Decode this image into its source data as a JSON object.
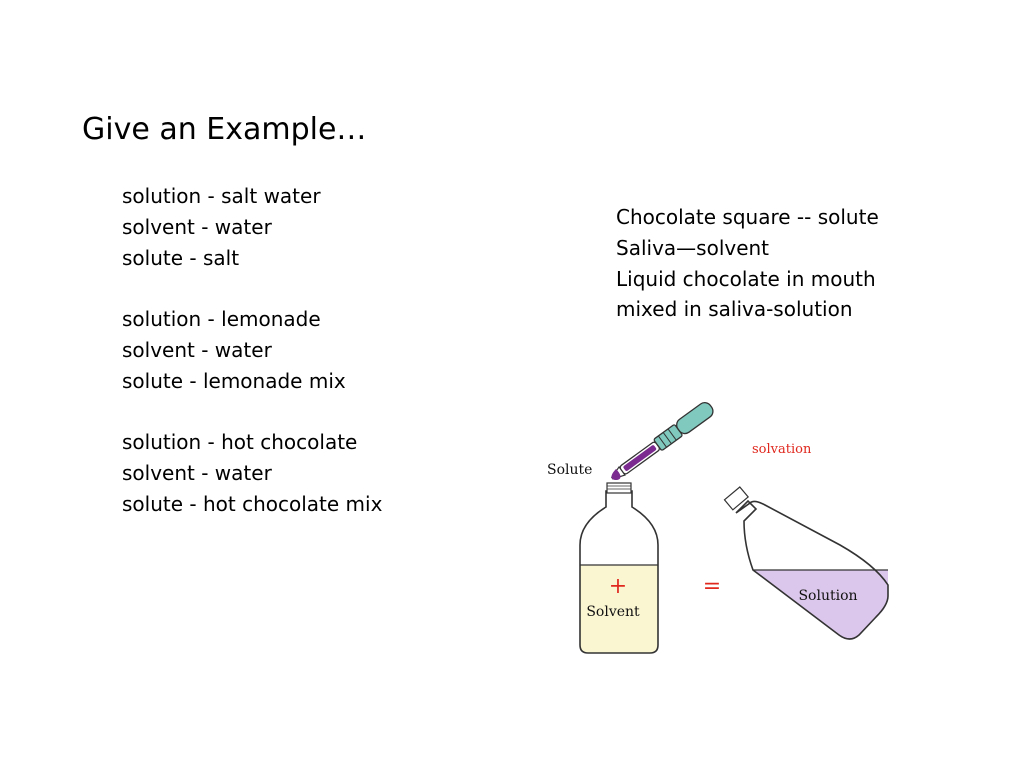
{
  "slide": {
    "title": "Give an Example…",
    "examples": [
      {
        "lines": [
          "solution - salt water",
          "solvent - water",
          "solute - salt"
        ]
      },
      {
        "lines": [
          "solution - lemonade",
          "solvent - water",
          "solute - lemonade mix"
        ]
      },
      {
        "lines": [
          "solution - hot chocolate",
          "solvent - water",
          "solute - hot chocolate mix"
        ]
      }
    ],
    "chocolate_example": [
      "Chocolate square  -- solute",
      "Saliva—solvent",
      "Liquid chocolate in mouth",
      "mixed in saliva-solution"
    ]
  },
  "illustration": {
    "solute_label": "Solute",
    "solvation_label": "solvation",
    "plus_sign": "+",
    "solvent_label": "Solvent",
    "equals_sign": "=",
    "solution_label": "Solution",
    "colors": {
      "solute_purple": "#7b2a8f",
      "solvent_fill": "#fbf6d2",
      "solution_fill": "#dcc7ec",
      "dropper_teal": "#7fc9bf",
      "accent_red": "#e0281e",
      "outline": "#333333"
    }
  }
}
